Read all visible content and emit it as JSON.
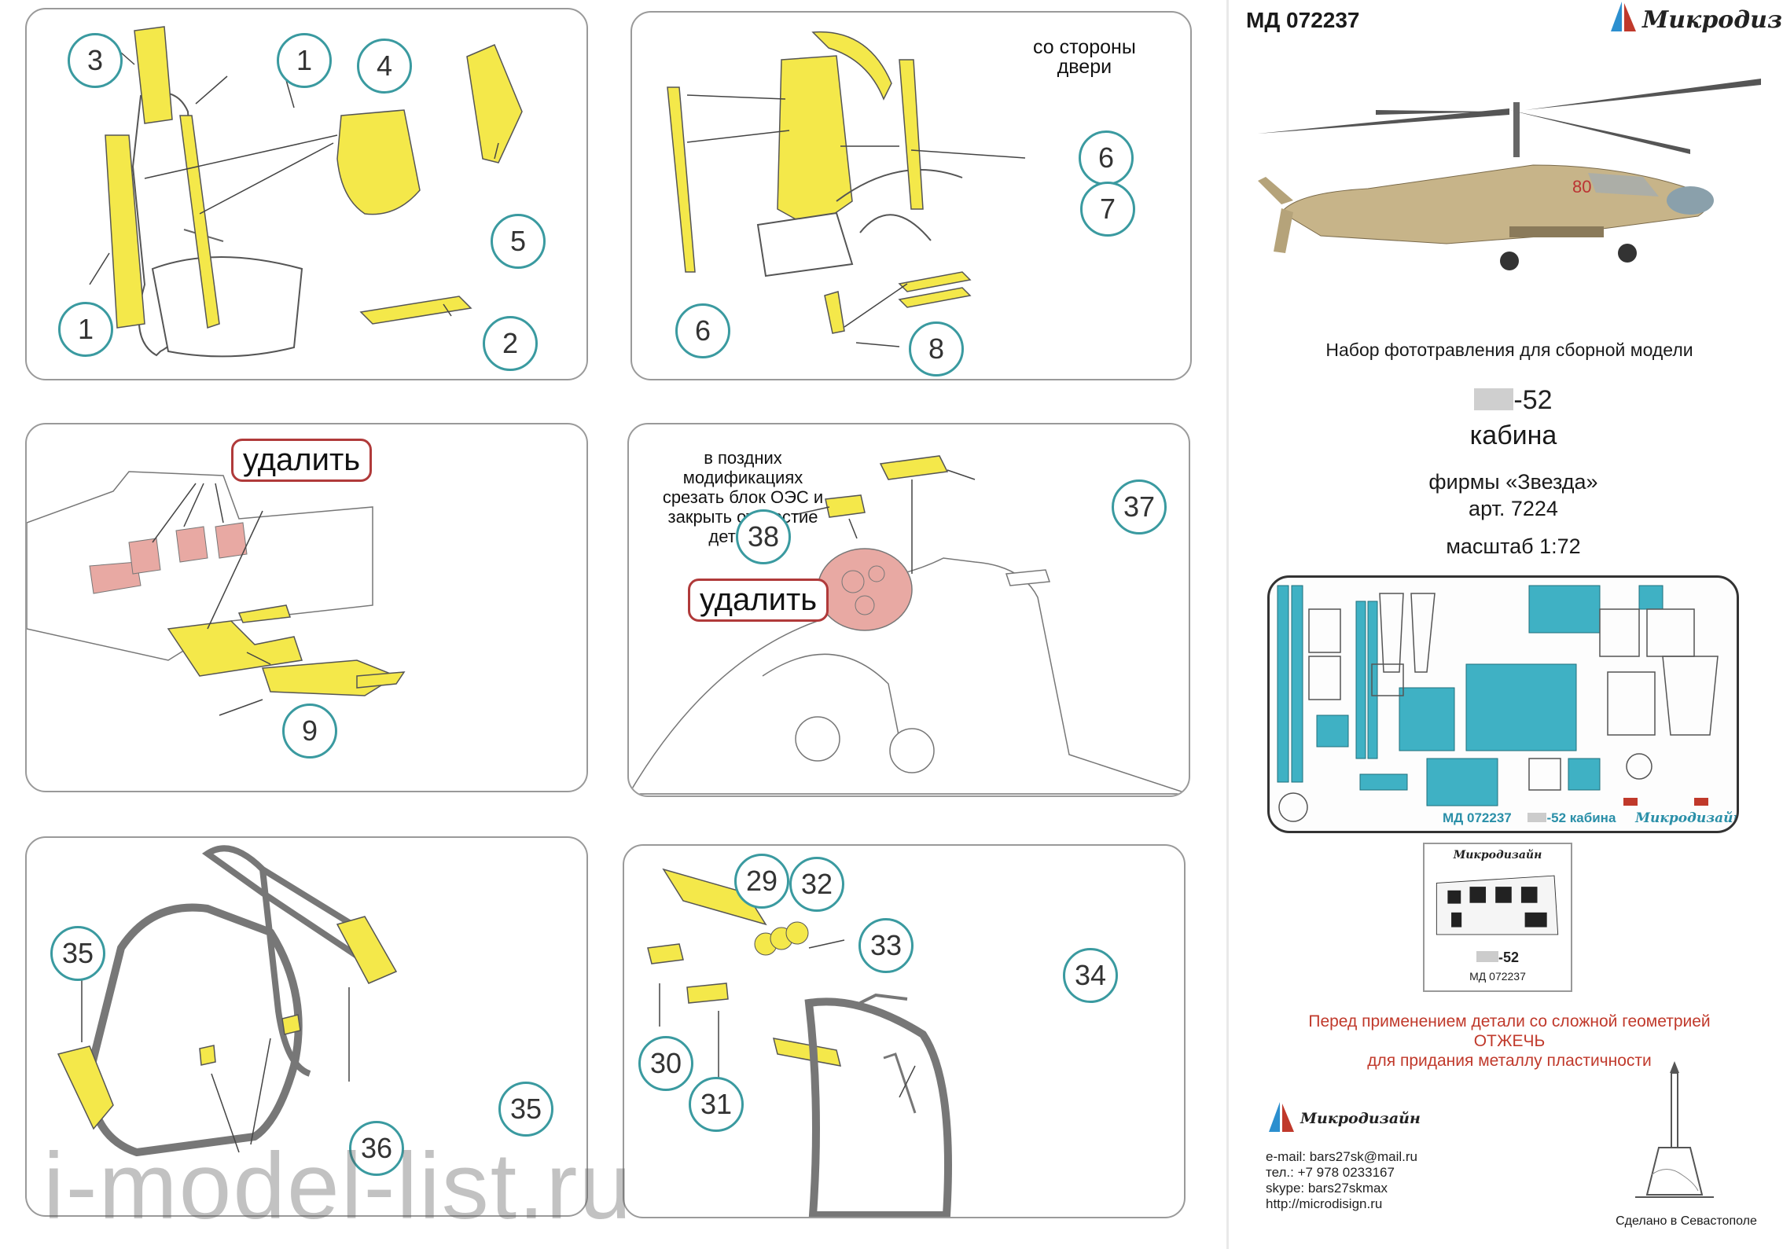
{
  "header": {
    "code": "МД 072237",
    "brand": "Микродизайн"
  },
  "product": {
    "subtitle": "Набор фототравления для сборной модели",
    "model": "-52",
    "part": "кабина",
    "maker": "фирмы «Звезда»",
    "article": "арт. 7224",
    "scale": "масштаб 1:72"
  },
  "fret": {
    "code": "МД 072237",
    "name": "-52 кабина",
    "brand": "Микродизайн",
    "small_brand": "Микродизайн",
    "small_model": "-52",
    "small_code": "МД 072237"
  },
  "warning": {
    "line1": "Перед применением детали со сложной геометрией",
    "line2": "ОТЖЕЧЬ",
    "line3": "для придания металлу пластичности"
  },
  "contacts": {
    "brand": "Микродизайн",
    "email": "e-mail: bars27sk@mail.ru",
    "phone": "тел.: +7 978 0233167",
    "skype": "skype: bars27skmax",
    "site": "http://microdisign.ru"
  },
  "footer": {
    "made_in": "Сделано в Севастополе"
  },
  "panel1": {
    "labels": [
      "3",
      "1",
      "4",
      "5",
      "1",
      "2"
    ]
  },
  "panel2": {
    "note": "со стороны\nдвери",
    "labels": [
      "6",
      "7",
      "6",
      "8"
    ]
  },
  "panel3": {
    "delete": "удалить",
    "labels": [
      "9"
    ]
  },
  "panel4": {
    "note": "в поздних модификациях\nсрезать блок ОЭС и\nзакрыть отверстие\nдеталью",
    "delete": "удалить",
    "labels": [
      "38",
      "37"
    ]
  },
  "panel5": {
    "labels": [
      "35",
      "35",
      "36"
    ]
  },
  "panel6": {
    "labels": [
      "29",
      "32",
      "33",
      "30",
      "31",
      "34"
    ]
  },
  "watermark": "i-model-list.ru",
  "colors": {
    "part": "#f4e84a",
    "remove": "#e8a9a3",
    "circle": "#3a9aa0",
    "warning": "#c0392b"
  }
}
